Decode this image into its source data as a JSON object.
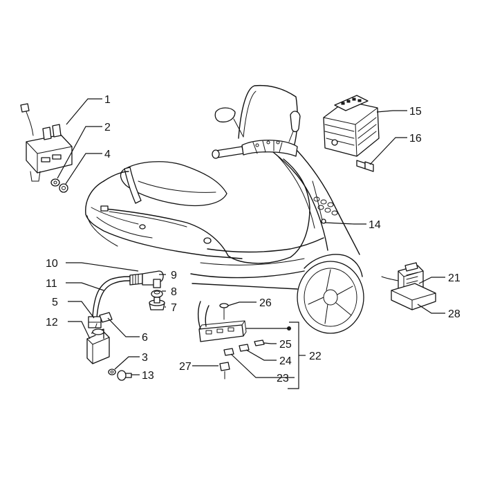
{
  "callouts": {
    "c1": "1",
    "c2": "2",
    "c3": "3",
    "c4": "4",
    "c5": "5",
    "c6": "6",
    "c7": "7",
    "c8": "8",
    "c9": "9",
    "c10": "10",
    "c11": "11",
    "c12": "12",
    "c13": "13",
    "c14": "14",
    "c15": "15",
    "c16": "16",
    "c21": "21",
    "c22": "22",
    "c23": "23",
    "c24": "24",
    "c25": "25",
    "c26": "26",
    "c27": "27",
    "c28": "28"
  }
}
